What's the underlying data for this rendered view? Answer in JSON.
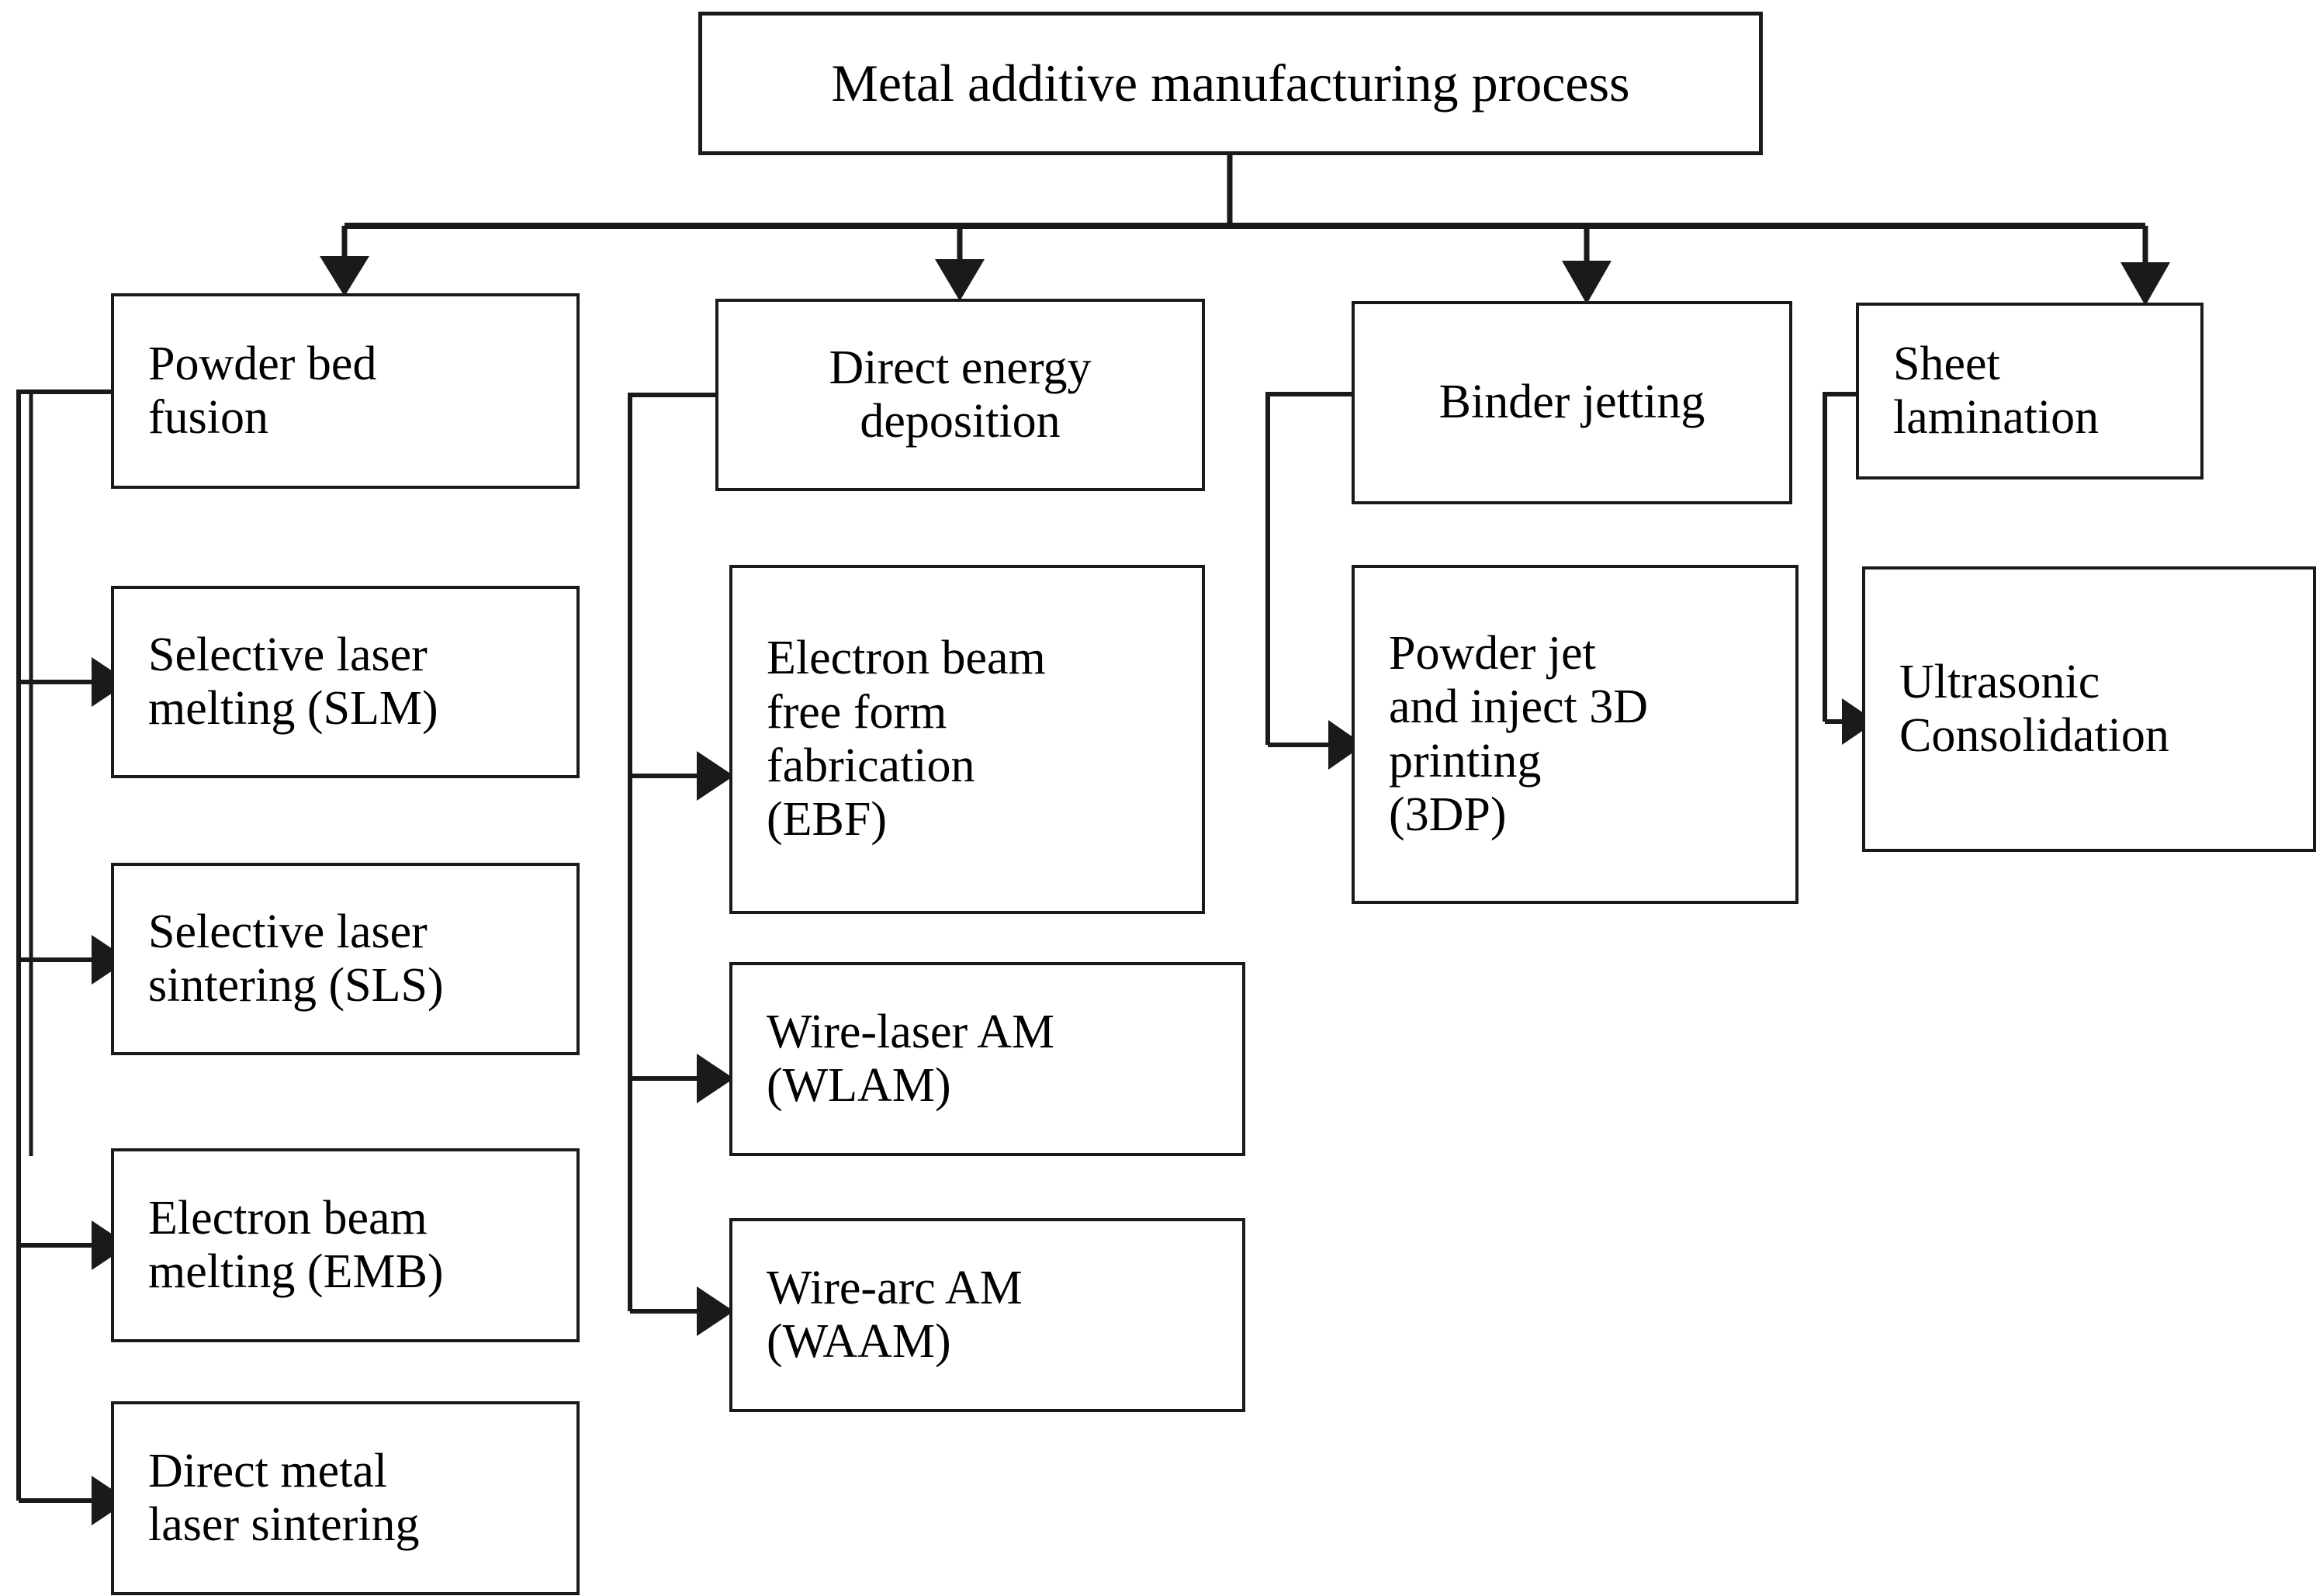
{
  "diagram": {
    "title": "Metal additive manufacturing process",
    "type": "hierarchy-flowchart",
    "root": {
      "label": "Metal additive manufacturing process"
    },
    "categories": [
      {
        "label": "Powder bed fusion",
        "children": [
          {
            "label": "Selective laser\nmelting (SLM)"
          },
          {
            "label": "Selective laser\nsintering (SLS)"
          },
          {
            "label": "Electron beam\nmelting (EMB)"
          },
          {
            "label": "Direct metal\nlaser sintering"
          }
        ]
      },
      {
        "label": "Direct energy\ndeposition",
        "children": [
          {
            "label": "Electron beam\nfree form\nfabrication\n(EBF)"
          },
          {
            "label": "Wire-laser AM\n(WLAM)"
          },
          {
            "label": "Wire-arc AM\n(WAAM)"
          }
        ]
      },
      {
        "label": "Binder jetting",
        "children": [
          {
            "label": "Powder jet\nand inject 3D\nprinting\n(3DP)"
          }
        ]
      },
      {
        "label": "Sheet\nlamination",
        "children": [
          {
            "label": "Ultrasonic\nConsolidation"
          }
        ]
      }
    ],
    "nodes": {
      "root": "Metal additive manufacturing process",
      "c1": "Powder bed\nfusion",
      "c1a": "Selective laser\nmelting (SLM)",
      "c1b": "Selective laser\nsintering (SLS)",
      "c1c": "Electron beam\nmelting (EMB)",
      "c1d": "Direct metal\nlaser sintering",
      "c2": "Direct energy\ndeposition",
      "c2a": "Electron beam\nfree form\nfabrication\n(EBF)",
      "c2b": "Wire-laser AM\n(WLAM)",
      "c2c": "Wire-arc AM\n(WAAM)",
      "c3": "Binder jetting",
      "c3a": "Powder jet\nand inject 3D\nprinting\n(3DP)",
      "c4": "Sheet\nlamination",
      "c4a": "Ultrasonic\nConsolidation"
    },
    "colors": {
      "stroke": "#1a1a1a",
      "fill": "#ffffff",
      "text": "#000000"
    }
  }
}
